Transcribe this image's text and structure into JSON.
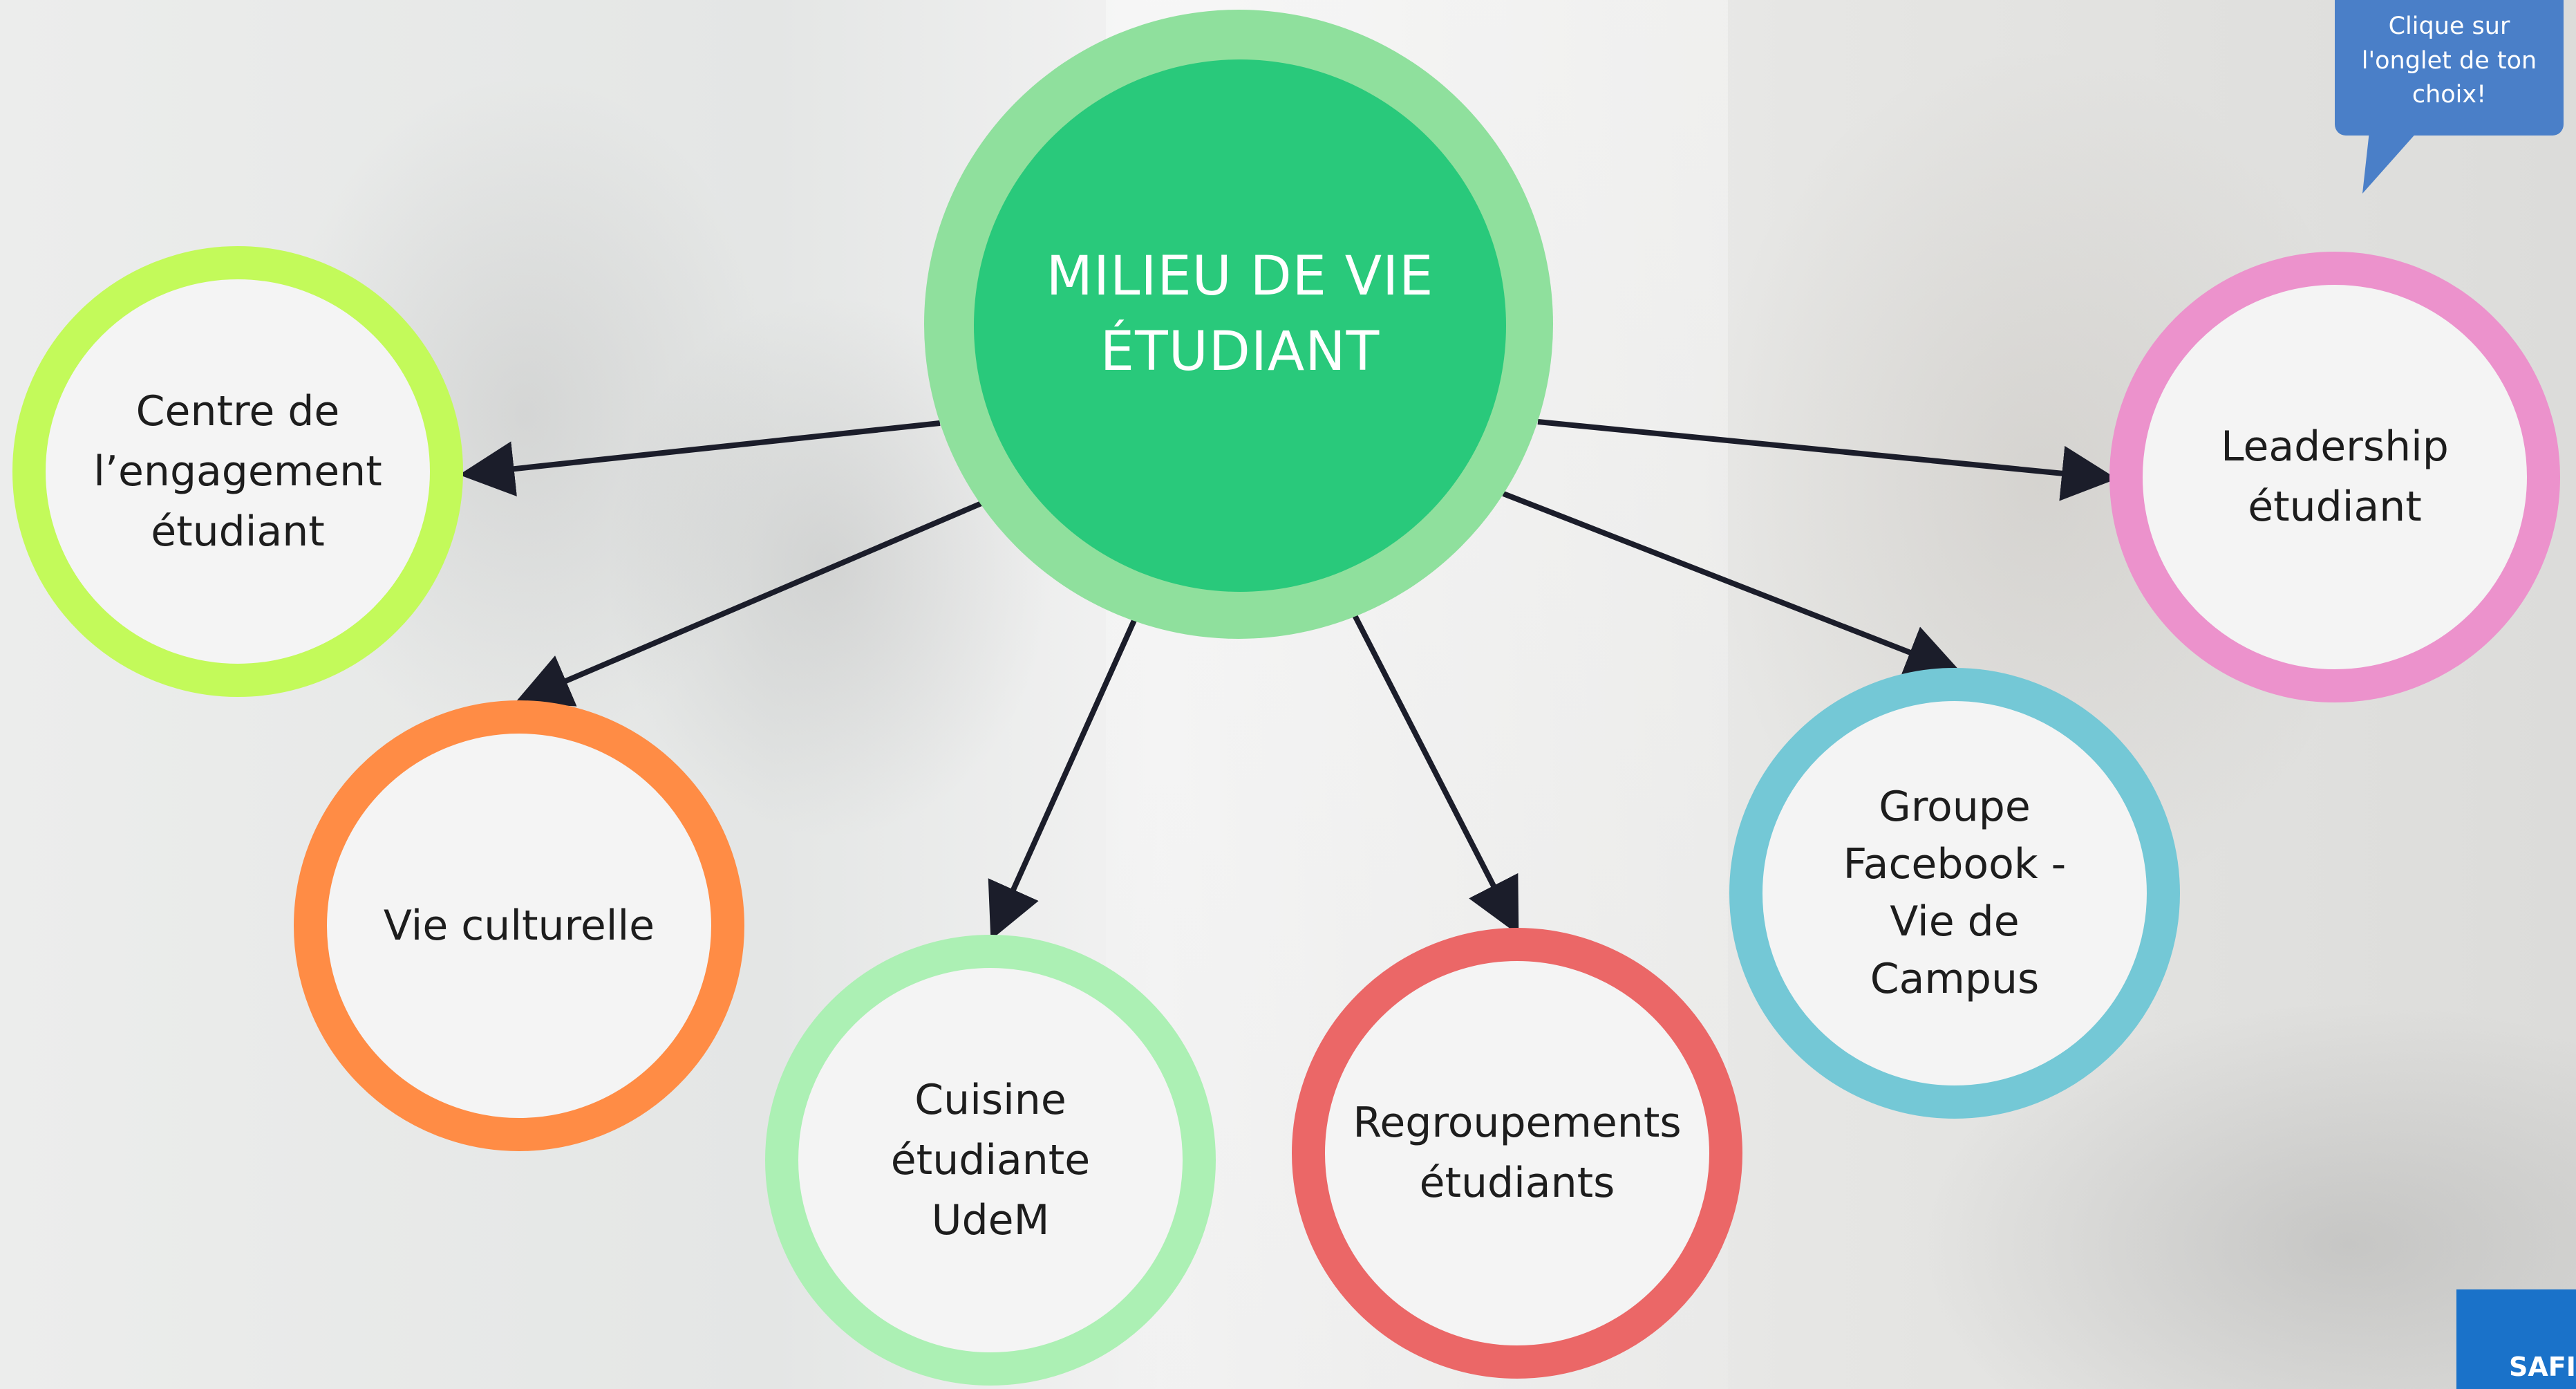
{
  "center": {
    "title": "MILIEU DE VIE\nÉTUDIANT",
    "outer_color": "#8fe09d",
    "inner_color": "#29c97b"
  },
  "nodes": [
    {
      "id": "centre-engagement",
      "label": "Centre de\nl’engagement\nétudiant",
      "ring_color": "#c3fa5a"
    },
    {
      "id": "vie-culturelle",
      "label": "Vie culturelle",
      "ring_color": "#ff8c45"
    },
    {
      "id": "cuisine",
      "label": "Cuisine\nétudiante\nUdeM",
      "ring_color": "#acf0b4"
    },
    {
      "id": "regroupements",
      "label": "Regroupements\nétudiants",
      "ring_color": "#eb6767"
    },
    {
      "id": "groupe-facebook",
      "label": "Groupe\nFacebook -\nVie de\nCampus",
      "ring_color": "#74c8d6"
    },
    {
      "id": "leadership",
      "label": "Leadership\nétudiant",
      "ring_color": "#ec92cc"
    }
  ],
  "tooltip": {
    "text": "Clique sur\nl'onglet de ton\nchoix!",
    "color": "#4a7fc8"
  },
  "brand": {
    "text": "SAFI"
  },
  "arrow_color": "#1b1d2a"
}
